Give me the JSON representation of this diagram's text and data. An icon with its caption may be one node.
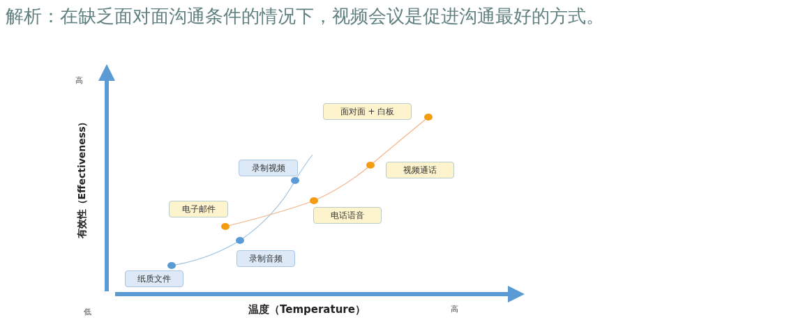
{
  "diagram": {
    "title": "解析：在缺乏面对面沟通条件的情况下，视频会议是促进沟通最好的方式。",
    "nodes": [
      {
        "text": [
          "面对面 + 白板"
        ]
      },
      {
        "text": [
          "录制视频"
        ]
      },
      {
        "text": [
          "视频通话"
        ]
      },
      {
        "text": [
          "电子邮件"
        ]
      },
      {
        "text": [
          "电话语音"
        ]
      },
      {
        "text": [
          "录制音频"
        ]
      },
      {
        "text": [
          "纸质文件"
        ]
      }
    ],
    "edges": [],
    "labels": [
      "高",
      "有效性（Effectiveness）",
      "低",
      "温度（Temperature）",
      "高"
    ]
  }
}
